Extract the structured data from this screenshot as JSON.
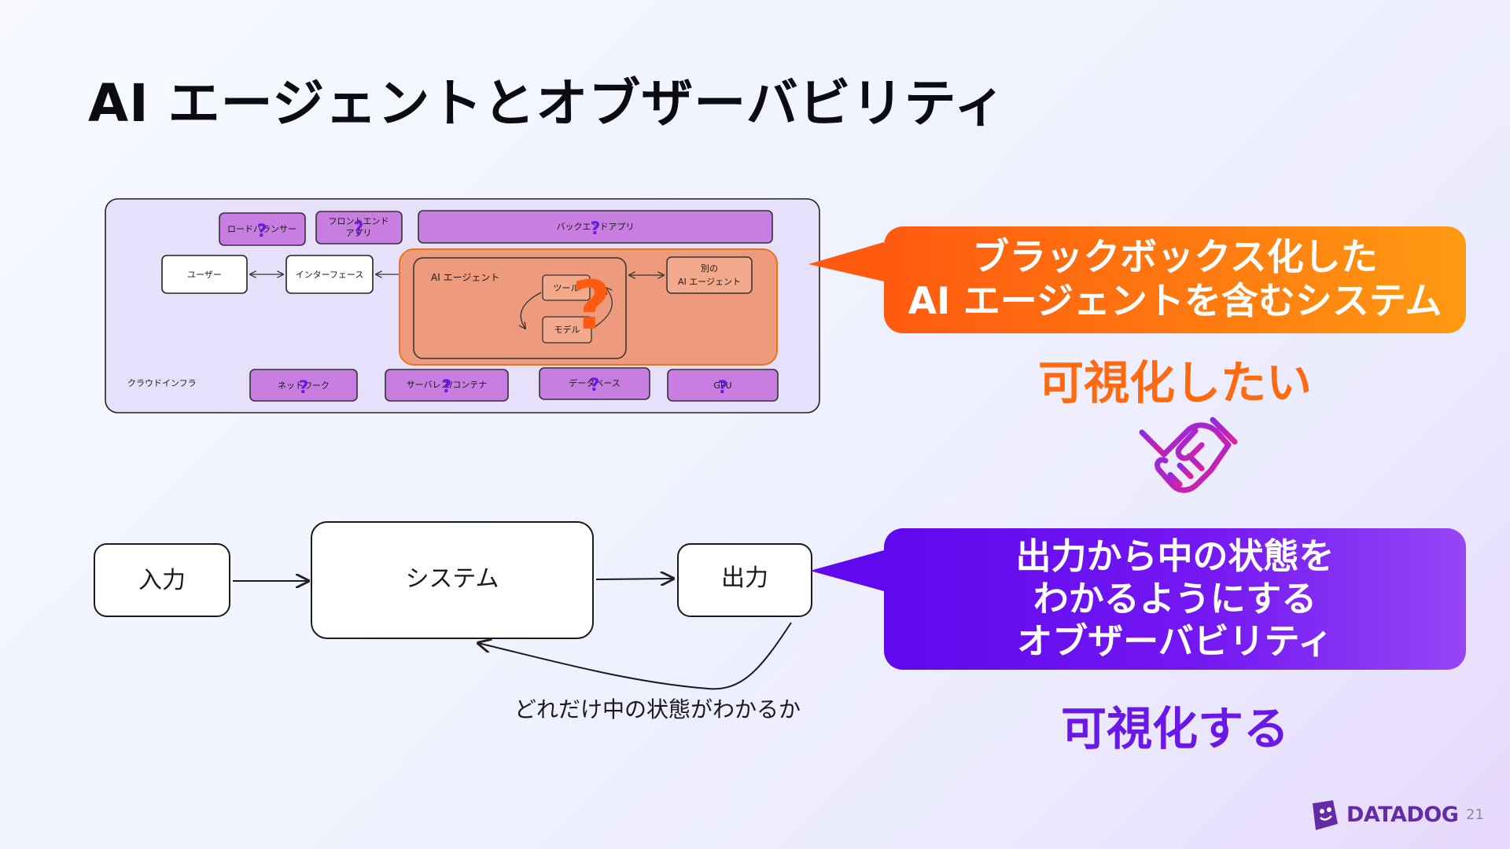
{
  "slide": {
    "title": "AI エージェントとオブザーバビリティ",
    "page_number": "21"
  },
  "architecture": {
    "boxes": {
      "load_balancer": "ロードバランサー",
      "frontend_line1": "フロントエンド",
      "frontend_line2": "アプリ",
      "backend": "バックエンドアプリ",
      "user": "ユーザー",
      "interface": "インターフェース",
      "ai_agent": "AI エージェント",
      "tool": "ツール",
      "model": "モデル",
      "other_agent_line1": "別の",
      "other_agent_line2": "AI エージェント",
      "cloud_infra": "クラウドインフラ",
      "network": "ネットワーク",
      "serverless": "サーバレス/コンテナ",
      "database": "データベース",
      "gpu": "GPU"
    },
    "question_mark": "?"
  },
  "flow": {
    "input": "入力",
    "system": "システム",
    "output": "出力",
    "feedback_caption": "どれだけ中の状態がわかるか"
  },
  "callouts": {
    "blackbox_line1": "ブラックボックス化した",
    "blackbox_line2": "AI エージェントを含むシステム",
    "want_visualize": "可視化したい",
    "observability_line1": "出力から中の状態を",
    "observability_line2": "わかるようにする",
    "observability_line3": "オブザーバビリティ",
    "visualize": "可視化する"
  },
  "icons": {
    "handshake": "handshake-icon",
    "brand_logo": "datadog-dog-icon"
  },
  "brand": {
    "name": "DATADOG"
  },
  "colors": {
    "accent_orange": "#ff6a10",
    "accent_purple": "#6a18e8",
    "box_purple": "#c87ee0",
    "agent_area": "#ee9a7c"
  }
}
